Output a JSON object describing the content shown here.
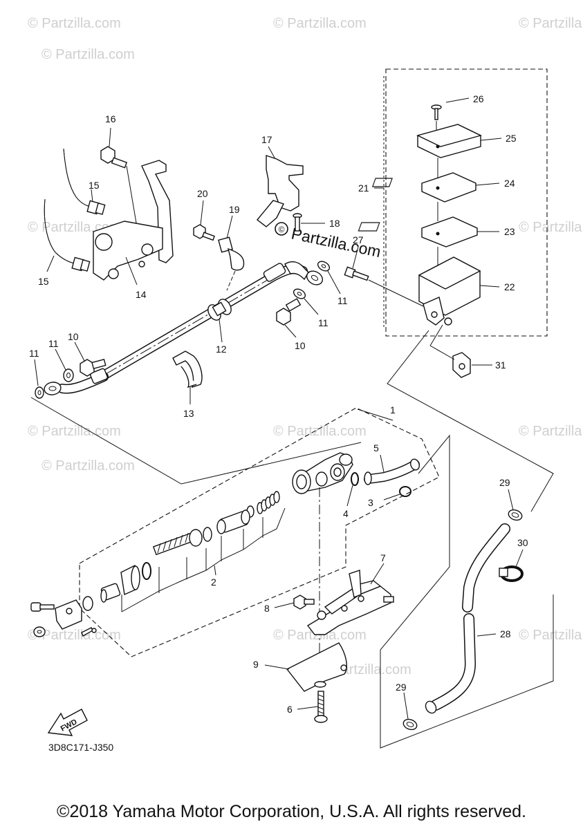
{
  "watermark": {
    "text": "© Partzilla.com",
    "stamp": "©",
    "stamp_text": "Partzilla.com"
  },
  "callouts": {
    "p1": "1",
    "p2": "2",
    "p3": "3",
    "p4": "4",
    "p5": "5",
    "p6": "6",
    "p7": "7",
    "p8": "8",
    "p9": "9",
    "p10a": "10",
    "p10b": "10",
    "p11a": "11",
    "p11b": "11",
    "p11c": "11",
    "p11d": "11",
    "p12": "12",
    "p13": "13",
    "p14": "14",
    "p15a": "15",
    "p15b": "15",
    "p16": "16",
    "p17": "17",
    "p18": "18",
    "p19": "19",
    "p20": "20",
    "p21": "21",
    "p22": "22",
    "p23": "23",
    "p24": "24",
    "p25": "25",
    "p26": "26",
    "p27": "27",
    "p28": "28",
    "p29a": "29",
    "p29b": "29",
    "p30": "30",
    "p31": "31"
  },
  "fwd_label": "FWD",
  "diagram_code": "3D8C171-J350",
  "copyright": "©2018 Yamaha Motor Corporation, U.S.A. All rights reserved."
}
